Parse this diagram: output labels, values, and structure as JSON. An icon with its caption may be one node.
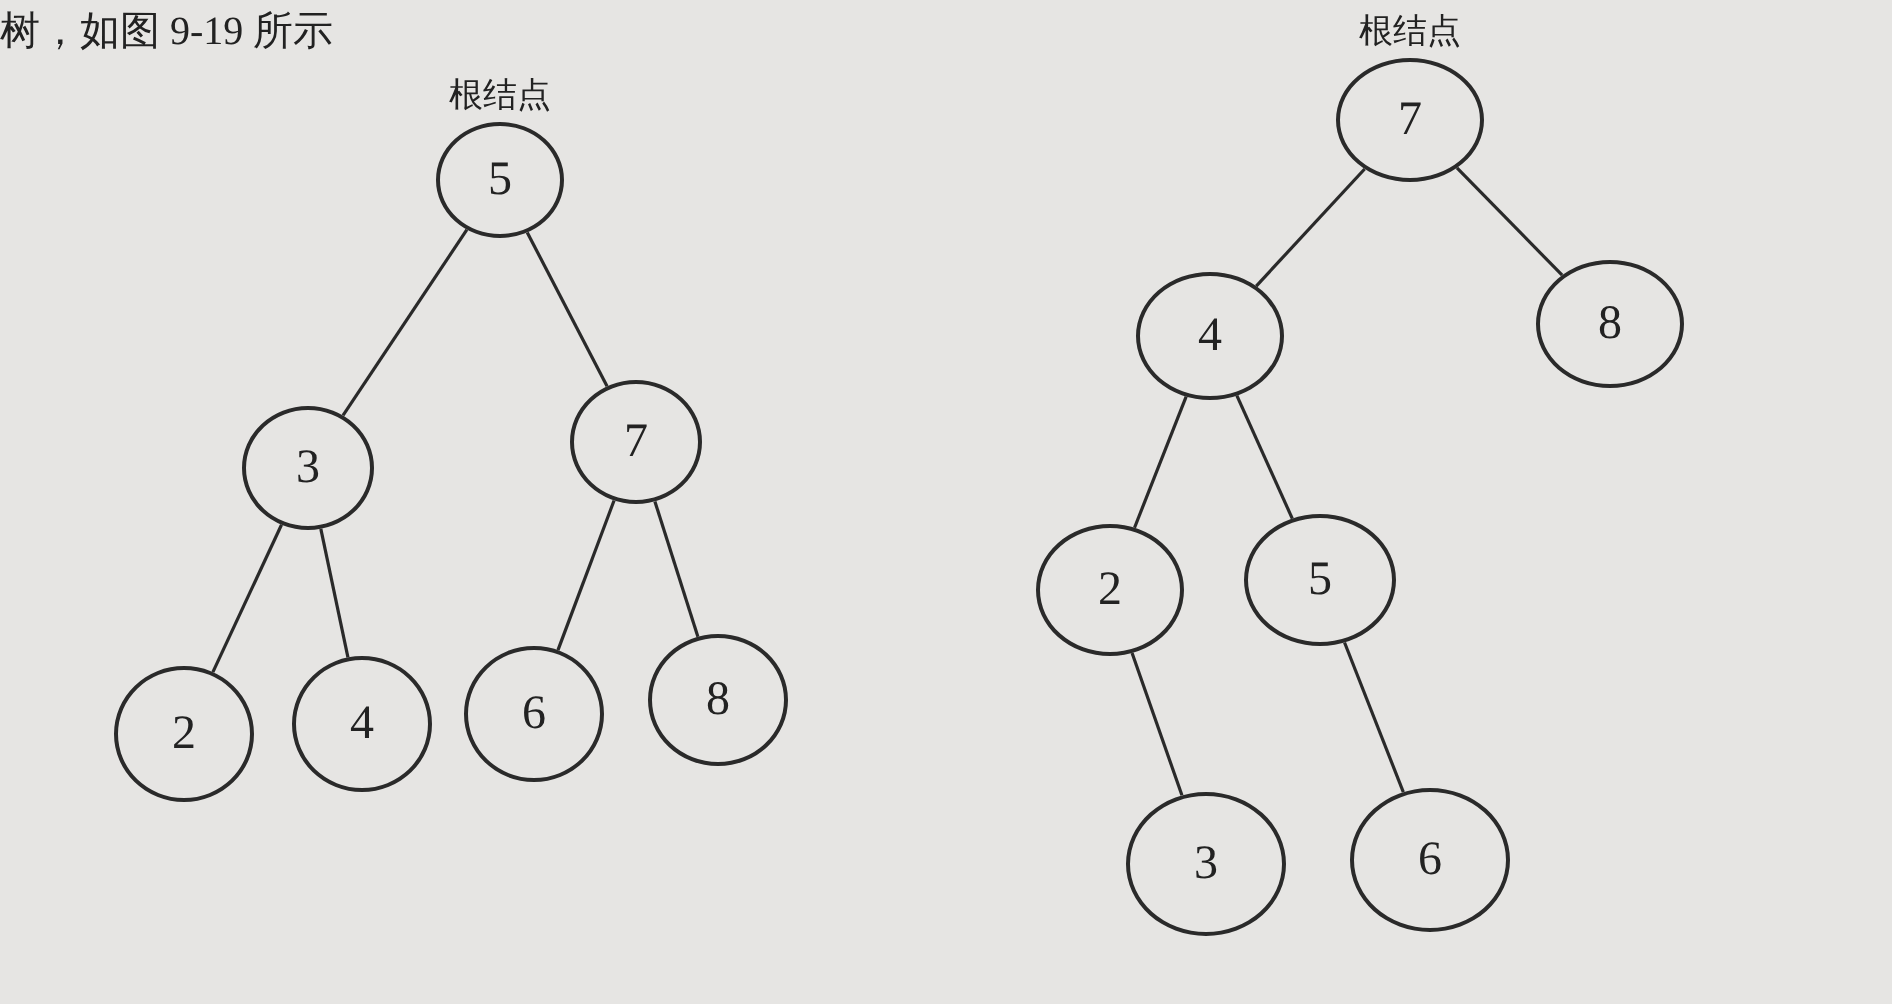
{
  "diagram": {
    "nodes": [
      {
        "text": [
          "5"
        ],
        "beside": [
          "根结点"
        ]
      },
      {
        "text": [
          "3"
        ]
      },
      {
        "text": [
          "7"
        ]
      },
      {
        "text": [
          "2"
        ]
      },
      {
        "text": [
          "4"
        ]
      },
      {
        "text": [
          "6"
        ]
      },
      {
        "text": [
          "8"
        ]
      },
      {
        "text": [
          "7"
        ],
        "beside": [
          "根结点"
        ]
      },
      {
        "text": [
          "4"
        ]
      },
      {
        "text": [
          "8"
        ]
      },
      {
        "text": [
          "2"
        ]
      },
      {
        "text": [
          "5"
        ]
      },
      {
        "text": [
          "3"
        ]
      },
      {
        "text": [
          "6"
        ]
      }
    ],
    "edges": [
      {
        "from": 0,
        "to": 1,
        "arrow": "none"
      },
      {
        "from": 0,
        "to": 2,
        "arrow": "none"
      },
      {
        "from": 1,
        "to": 3,
        "arrow": "none"
      },
      {
        "from": 1,
        "to": 4,
        "arrow": "none"
      },
      {
        "from": 2,
        "to": 5,
        "arrow": "none"
      },
      {
        "from": 2,
        "to": 6,
        "arrow": "none"
      },
      {
        "from": 7,
        "to": 8,
        "arrow": "none"
      },
      {
        "from": 7,
        "to": 9,
        "arrow": "none"
      },
      {
        "from": 8,
        "to": 10,
        "arrow": "none"
      },
      {
        "from": 8,
        "to": 11,
        "arrow": "none"
      },
      {
        "from": 10,
        "to": 12,
        "arrow": "none"
      },
      {
        "from": 11,
        "to": 13,
        "arrow": "none"
      }
    ],
    "labels": [
      "树，如图 9-19 所示"
    ]
  }
}
